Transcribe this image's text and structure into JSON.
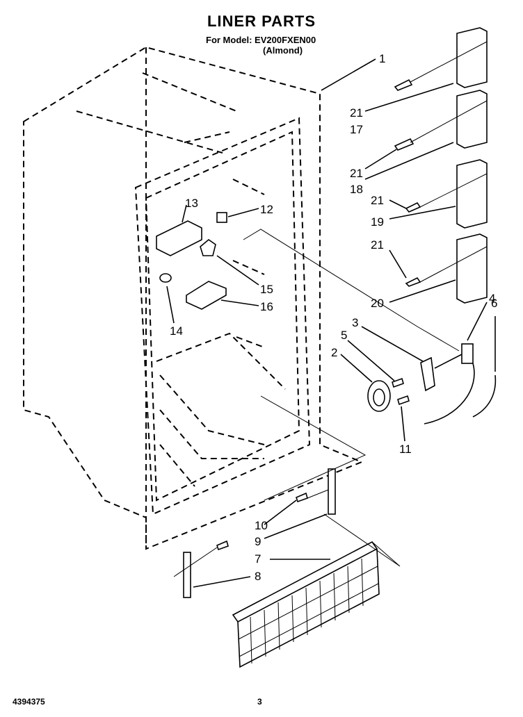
{
  "header": {
    "title": "LINER PARTS",
    "model_line": "For Model: EV200FXEN00",
    "color_line": "(Almond)"
  },
  "footer": {
    "doc_number": "4394375",
    "page_number": "3"
  },
  "callouts": [
    "1",
    "21",
    "17",
    "21",
    "18",
    "21",
    "19",
    "21",
    "20",
    "13",
    "12",
    "15",
    "16",
    "14",
    "4",
    "3",
    "6",
    "5",
    "2",
    "11",
    "10",
    "9",
    "7",
    "8"
  ]
}
